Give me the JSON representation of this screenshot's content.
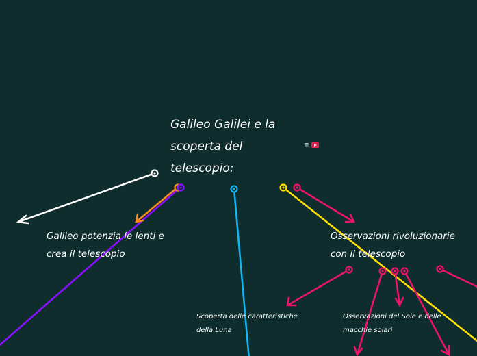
{
  "central_topic": {
    "title": "Galileo Galilei e la scoperta del telescopio:"
  },
  "nodes": {
    "lenti": "Galileo potenzia le lenti e crea il telescopio",
    "osservazioni": "Osservazioni rivoluzionarie con il telescopio",
    "luna": "Scoperta delle caratteristiche della Luna",
    "sole": "Osservazioni del Sole e delle macchie solari"
  },
  "icons": [
    "menu-icon",
    "youtube-icon"
  ],
  "colors": {
    "background": "#0f2d2d",
    "white": "#ffffff",
    "orange": "#ff8c1a",
    "purple": "#8a10ff",
    "blue": "#13b6f0",
    "yellow": "#ffe000",
    "pink": "#ec1467"
  }
}
